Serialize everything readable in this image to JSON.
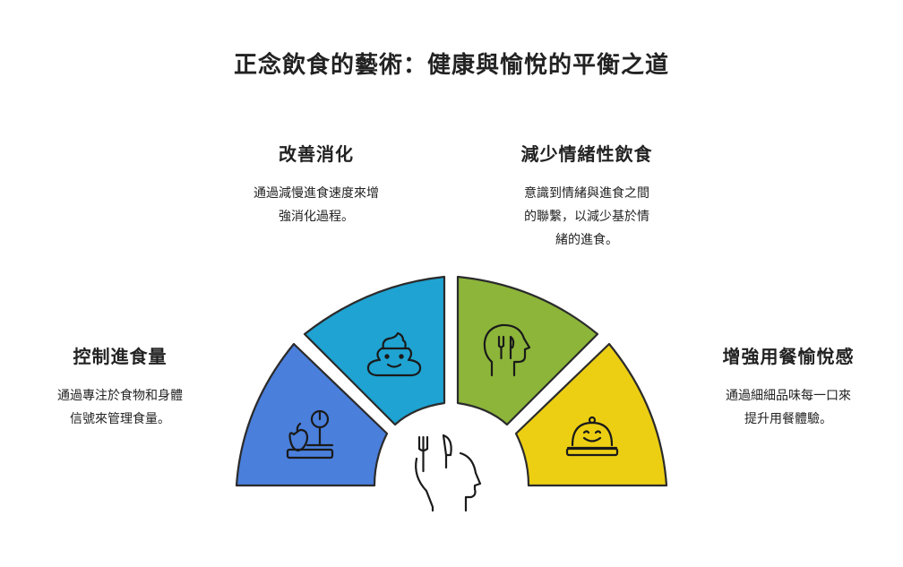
{
  "title": "正念飲食的藝術：健康與愉悅的平衡之道",
  "sections": [
    {
      "id": "portion",
      "heading": "控制進食量",
      "desc_lines": [
        "通過專注於食物和身體",
        "信號來管理食量。"
      ],
      "color": "#4a7fdc",
      "icon": "apple-scale-icon"
    },
    {
      "id": "digest",
      "heading": "改善消化",
      "desc_lines": [
        "通過減慢進食速度來增",
        "強消化過程。"
      ],
      "color": "#1ea3d2",
      "icon": "smiling-poop-icon"
    },
    {
      "id": "emotion",
      "heading": "減少情緒性飲食",
      "desc_lines": [
        "意識到情緒與進食之間",
        "的聯繫，以減少基於情",
        "緒的進食。"
      ],
      "color": "#8cb53a",
      "icon": "head-fork-knife-icon"
    },
    {
      "id": "enjoy",
      "heading": "增強用餐愉悅感",
      "desc_lines": [
        "通過細細品味每一口來",
        "提升用餐體驗。"
      ],
      "color": "#eccf13",
      "icon": "smiling-food-cloche-icon"
    }
  ],
  "center_icon": "head-fork-knife-icon"
}
